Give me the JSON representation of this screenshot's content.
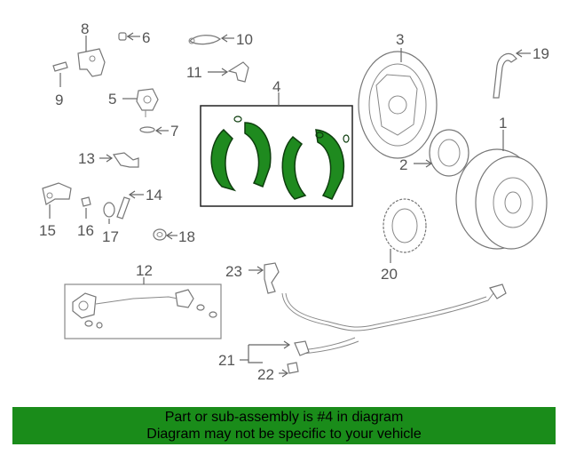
{
  "callouts": {
    "p1": "1",
    "p2": "2",
    "p3": "3",
    "p4": "4",
    "p5": "5",
    "p6": "6",
    "p7": "7",
    "p8": "8",
    "p9": "9",
    "p10": "10",
    "p11": "11",
    "p12": "12",
    "p13": "13",
    "p14": "14",
    "p15": "15",
    "p16": "16",
    "p17": "17",
    "p18": "18",
    "p19": "19",
    "p20": "20",
    "p21": "21",
    "p22": "22",
    "p23": "23"
  },
  "highlighted_part": "4",
  "colors": {
    "highlight": "#1f8a1f",
    "footer_bg": "#1a8c1a",
    "line": "#666666"
  },
  "footer": {
    "line1": "Part or sub-assembly is #4 in diagram",
    "line2": "Diagram may not be specific to your vehicle"
  }
}
